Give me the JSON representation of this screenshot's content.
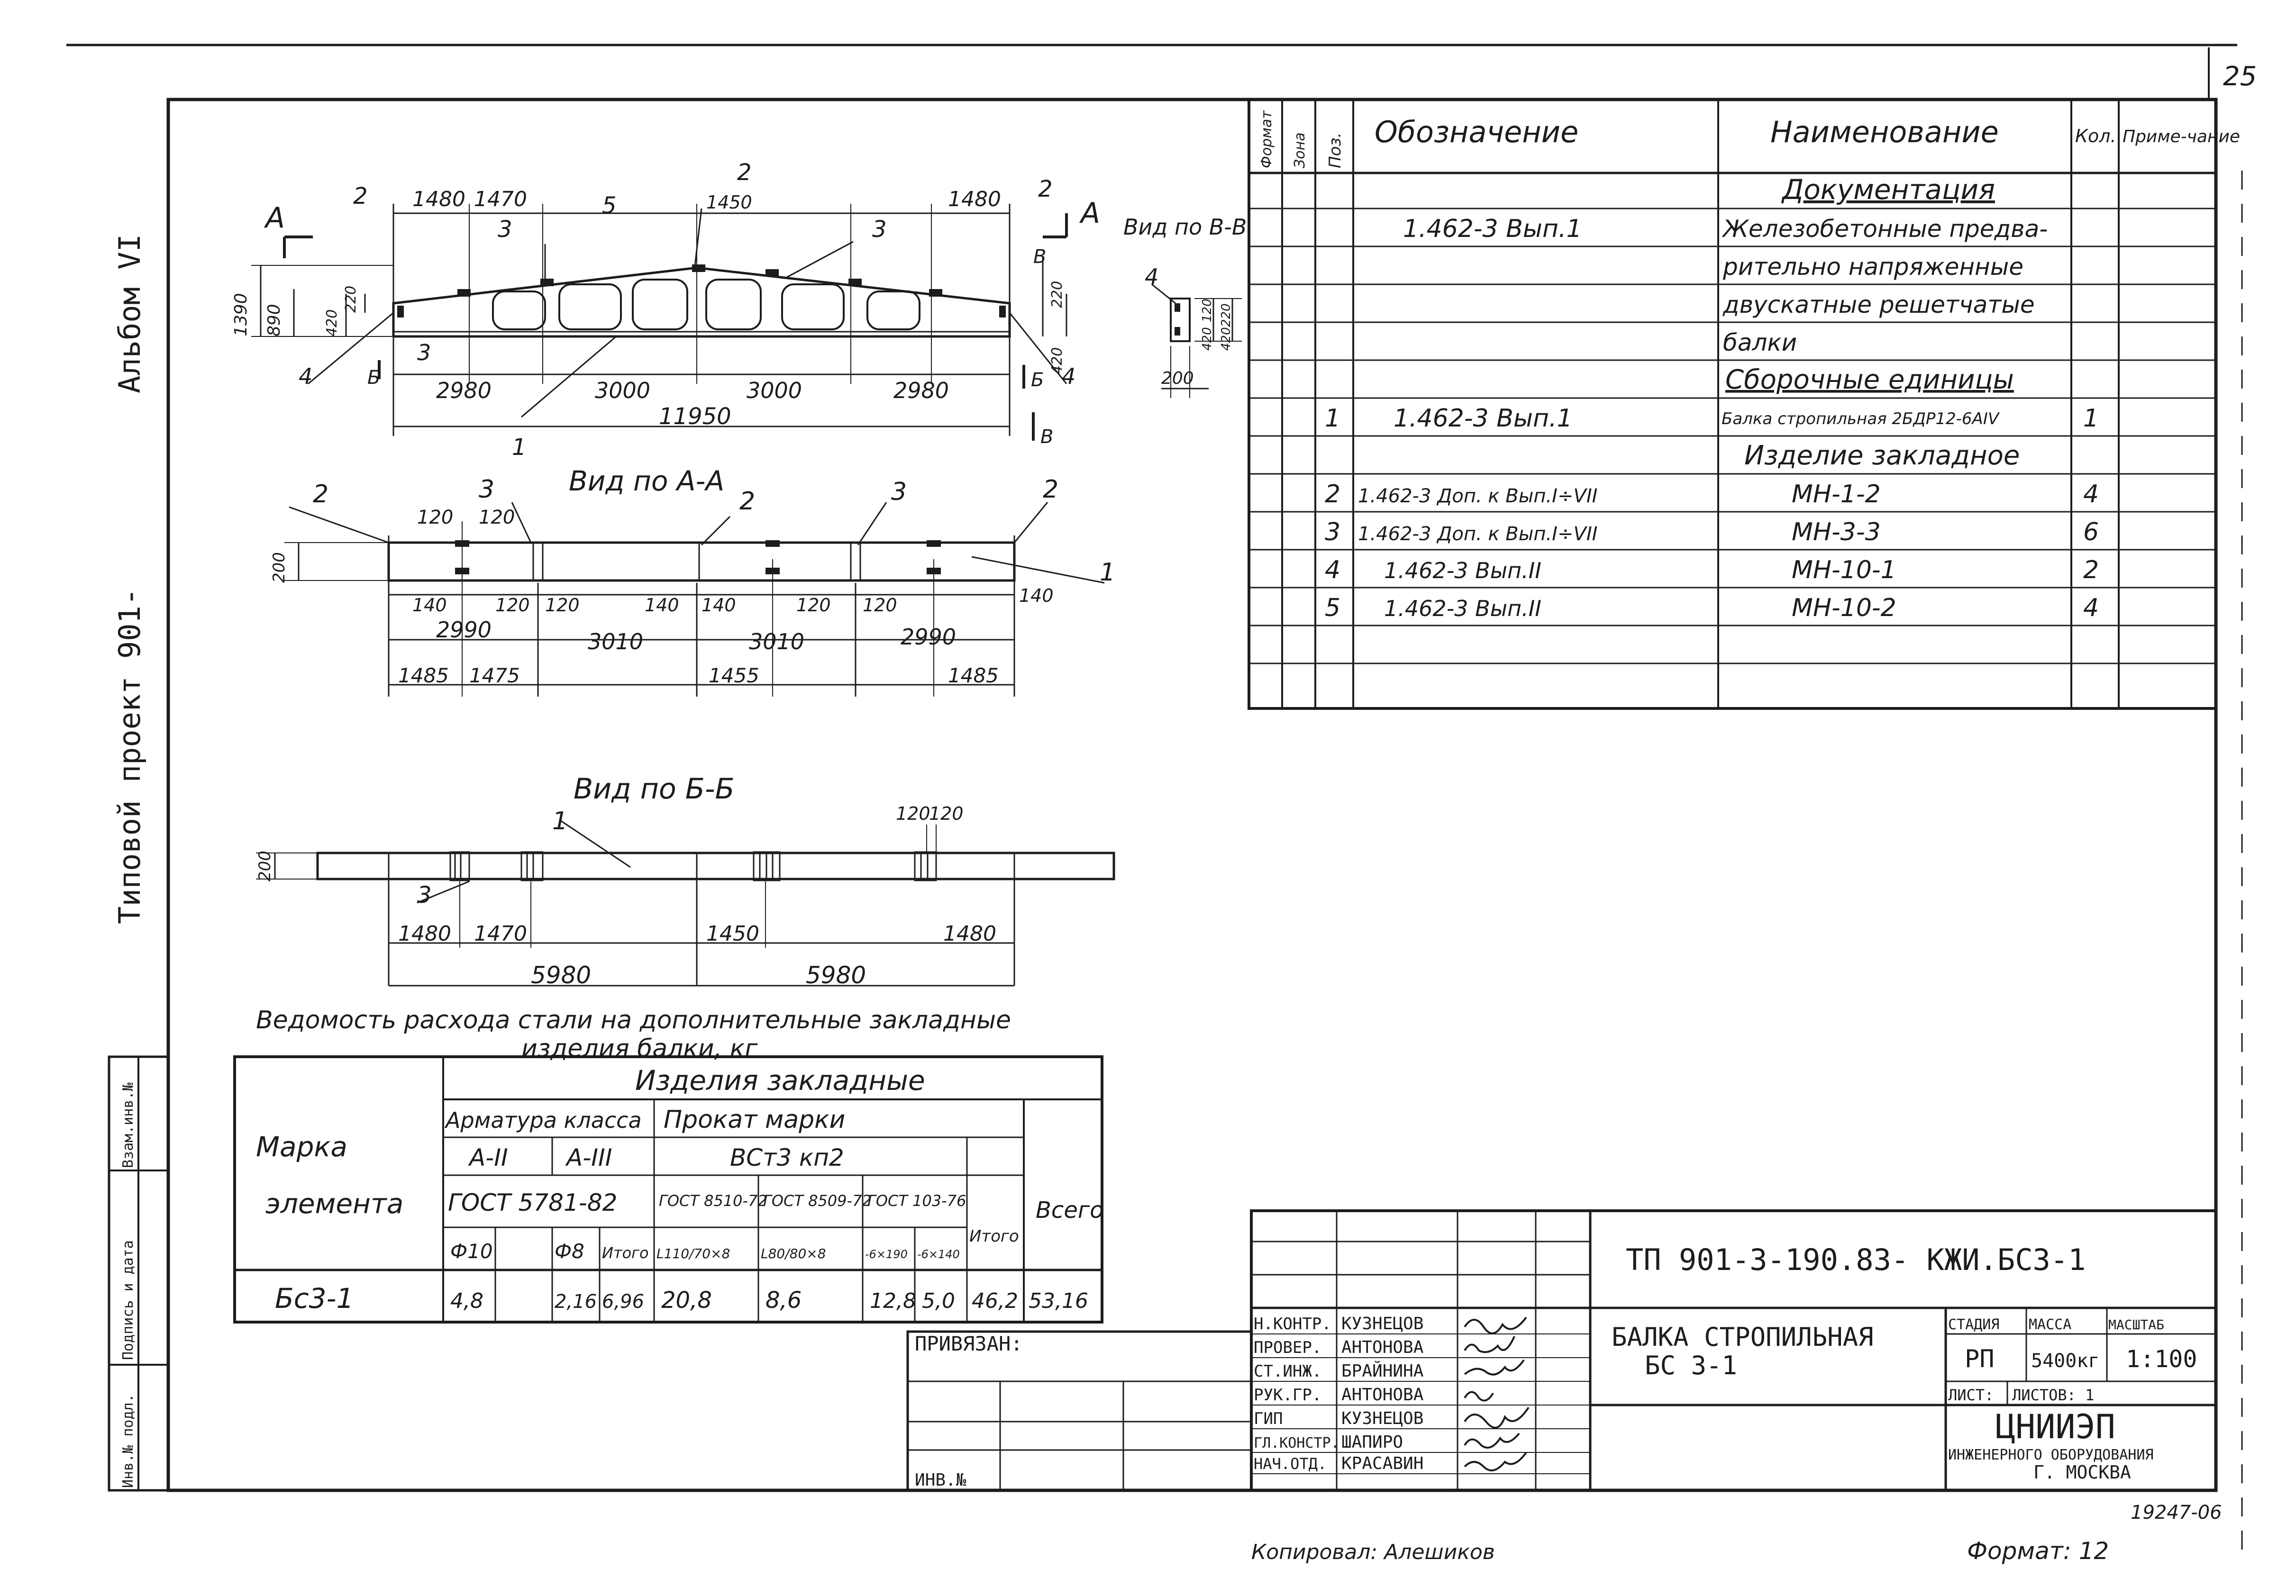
{
  "page_number": "25",
  "side_labels": {
    "album": "Альбом VI",
    "project": "Типовой проект 901-"
  },
  "left_strip": {
    "inv_sub": "Инв.№ подл.",
    "sign_date": "Подпись и дата",
    "replace_inv": "Взам.инв.№"
  },
  "views": {
    "view_aa": "Вид по А-А",
    "view_bb": "Вид по Б-Б",
    "view_vv": "Вид по В-В",
    "cut_a": "А",
    "cut_b": "Б",
    "cut_v": "В"
  },
  "main_dims": {
    "top": [
      "1480",
      "1470",
      "1450",
      "1480"
    ],
    "spans": [
      "2980",
      "3000",
      "3000",
      "2980"
    ],
    "total": "11950",
    "heights": [
      "1390",
      "890",
      "420",
      "220",
      "220",
      "420"
    ],
    "positions": [
      "2",
      "3",
      "5",
      "2",
      "3",
      "2",
      "3",
      "4",
      "1",
      "4",
      "2"
    ]
  },
  "dims_aa": {
    "top": [
      "120",
      "120"
    ],
    "small": [
      "140",
      "120",
      "120",
      "140",
      "140",
      "120",
      "120",
      "140"
    ],
    "mid": [
      "2990",
      "3010",
      "3010",
      "2990"
    ],
    "bottom": [
      "1485",
      "1475",
      "1455",
      "1485"
    ],
    "height": "200",
    "positions": [
      "2",
      "3",
      "2",
      "3",
      "2",
      "1"
    ]
  },
  "dims_bb": {
    "top": [
      "120",
      "120"
    ],
    "offsets": [
      "1480",
      "1470",
      "1450",
      "1480"
    ],
    "halves": [
      "5980",
      "5980"
    ],
    "height": "200",
    "positions": [
      "1",
      "3"
    ]
  },
  "dims_vv": {
    "pos": "4",
    "w": "200",
    "h": [
      "420",
      "120",
      "220",
      "420"
    ]
  },
  "spec": {
    "headers": {
      "format": "Формат",
      "zone": "Зона",
      "pos": "Поз.",
      "designation": "Обозначение",
      "name": "Наименование",
      "qty": "Кол.",
      "note": "Приме-чание"
    },
    "section_doc": "Документация",
    "doc_designation": "1.462-3 Вып.1",
    "doc_name_lines": [
      "Железобетонные предва-",
      "рительно напряженные",
      "двускатные решетчатые",
      "балки"
    ],
    "section_units": "Сборочные единицы",
    "unit": {
      "pos": "1",
      "designation": "1.462-3 Вып.1",
      "name": "Балка стропильная 2БДР12-6АIV",
      "qty": "1"
    },
    "section_embedded": "Изделие закладное",
    "rows": [
      {
        "pos": "2",
        "designation": "1.462-3 Доп. к Вып.I÷VII",
        "name": "МН-1-2",
        "qty": "4"
      },
      {
        "pos": "3",
        "designation": "1.462-3 Доп. к Вып.I÷VII",
        "name": "МН-3-3",
        "qty": "6"
      },
      {
        "pos": "4",
        "designation": "1.462-3 Вып.II",
        "name": "МН-10-1",
        "qty": "2"
      },
      {
        "pos": "5",
        "designation": "1.462-3 Вып.II",
        "name": "МН-10-2",
        "qty": "4"
      }
    ]
  },
  "steel": {
    "caption_1": "Ведомость расхода стали на дополнительные закладные",
    "caption_2": "изделия балки, кг",
    "mark_label": [
      "Марка",
      "элемента"
    ],
    "embedded": "Изделия закладные",
    "rebar_class": "Арматура класса",
    "rolled": "Прокат марки",
    "a2": "А-II",
    "a3": "А-III",
    "steel_grade": "ВСт3 кп2",
    "gost_rebar": "ГОСТ 5781-82",
    "gost1": "ГОСТ 8510-72",
    "gost2": "ГОСТ 8509-72",
    "gost3": "ГОСТ 103-76",
    "sub": [
      "Ф10",
      "Ф8",
      "Итого",
      "L110/70×8",
      "L80/80×8",
      "-6×190",
      "-6×140",
      "Итого",
      "Всего"
    ],
    "element": "Бс3-1",
    "values": [
      "4,8",
      "2,16",
      "6,96",
      "20,8",
      "8,6",
      "12,8",
      "5,0",
      "46,2",
      "53,16"
    ]
  },
  "title_block": {
    "code": "ТП 901-3-190.83- КЖИ.БС3-1",
    "title_1": "БАЛКА СТРОПИЛЬНАЯ",
    "title_2": "БС 3-1",
    "stage_label": "СТАДИЯ",
    "mass_label": "МАССА",
    "scale_label": "МАСШТАБ",
    "stage": "РП",
    "mass": "5400кг",
    "scale": "1:100",
    "sheet_label": "ЛИСТ:",
    "sheets_label": "ЛИСТОВ: 1",
    "org_1": "ЦНИИЭП",
    "org_2": "ИНЖЕНЕРНОГО ОБОРУДОВАНИЯ",
    "org_3": "Г. МОСКВА",
    "roles": [
      {
        "role": "Н.КОНТР.",
        "name": "КУЗНЕЦОВ"
      },
      {
        "role": "ПРОВЕР.",
        "name": "АНТОНОВА"
      },
      {
        "role": "СТ.ИНЖ.",
        "name": "БРАЙНИНА"
      },
      {
        "role": "РУК.ГР.",
        "name": "АНТОНОВА"
      },
      {
        "role": "ГИП",
        "name": "КУЗНЕЦОВ"
      },
      {
        "role": "ГЛ.КОНСТР.",
        "name": "ШАПИРО"
      },
      {
        "role": "НАЧ.ОТД.",
        "name": "КРАСАВИН"
      }
    ],
    "bound": "ПРИВЯЗАН:",
    "inv": "ИНВ.№"
  },
  "footer": {
    "number": "19247-06",
    "copied": "Копировал: Алешиков",
    "format": "Формат: 12"
  }
}
